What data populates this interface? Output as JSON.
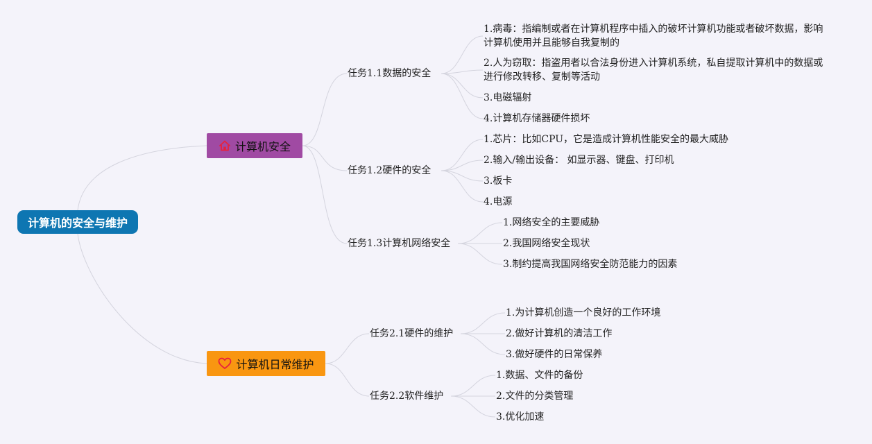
{
  "root": {
    "label": "计算机的安全与维护"
  },
  "branches": [
    {
      "label": "计算机安全",
      "icon": "home-icon",
      "color": "#a04aa3",
      "tasks": [
        {
          "label": "任务1.1数据的安全",
          "items": [
            "1.病毒：指编制或者在计算机程序中插入的破坏计算机功能或者破坏数据，影响计算机使用并且能够自我复制的",
            "2.人为窃取：指盗用者以合法身份进入计算机系统，私自提取计算机中的数据或进行修改转移、复制等活动",
            "3.电磁辐射",
            "4.计算机存储器硬件损坏"
          ]
        },
        {
          "label": "任务1.2硬件的安全",
          "items": [
            "1.芯片：比如CPU，它是造成计算机性能安全的最大威胁",
            "2.输入/输出设备： 如显示器、键盘、打印机",
            "3.板卡",
            "4.电源"
          ]
        },
        {
          "label": "任务1.3计算机网络安全",
          "items": [
            "1.网络安全的主要威胁",
            "2.我国网络安全现状",
            "3.制约提高我国网络安全防范能力的因素"
          ]
        }
      ]
    },
    {
      "label": "计算机日常维护",
      "icon": "heart-icon",
      "color": "#f99611",
      "tasks": [
        {
          "label": "任务2.1硬件的维护",
          "items": [
            "1.为计算机创造一个良好的工作环境",
            "2.做好计算机的清洁工作",
            "3.做好硬件的日常保养"
          ]
        },
        {
          "label": "任务2.2软件维护",
          "items": [
            "1.数据、文件的备份",
            "2.文件的分类管理",
            "3.优化加速"
          ]
        }
      ]
    }
  ],
  "colors": {
    "root": "#0e76b2",
    "background": "#f4f3fa",
    "line": "#d6d6e0"
  }
}
